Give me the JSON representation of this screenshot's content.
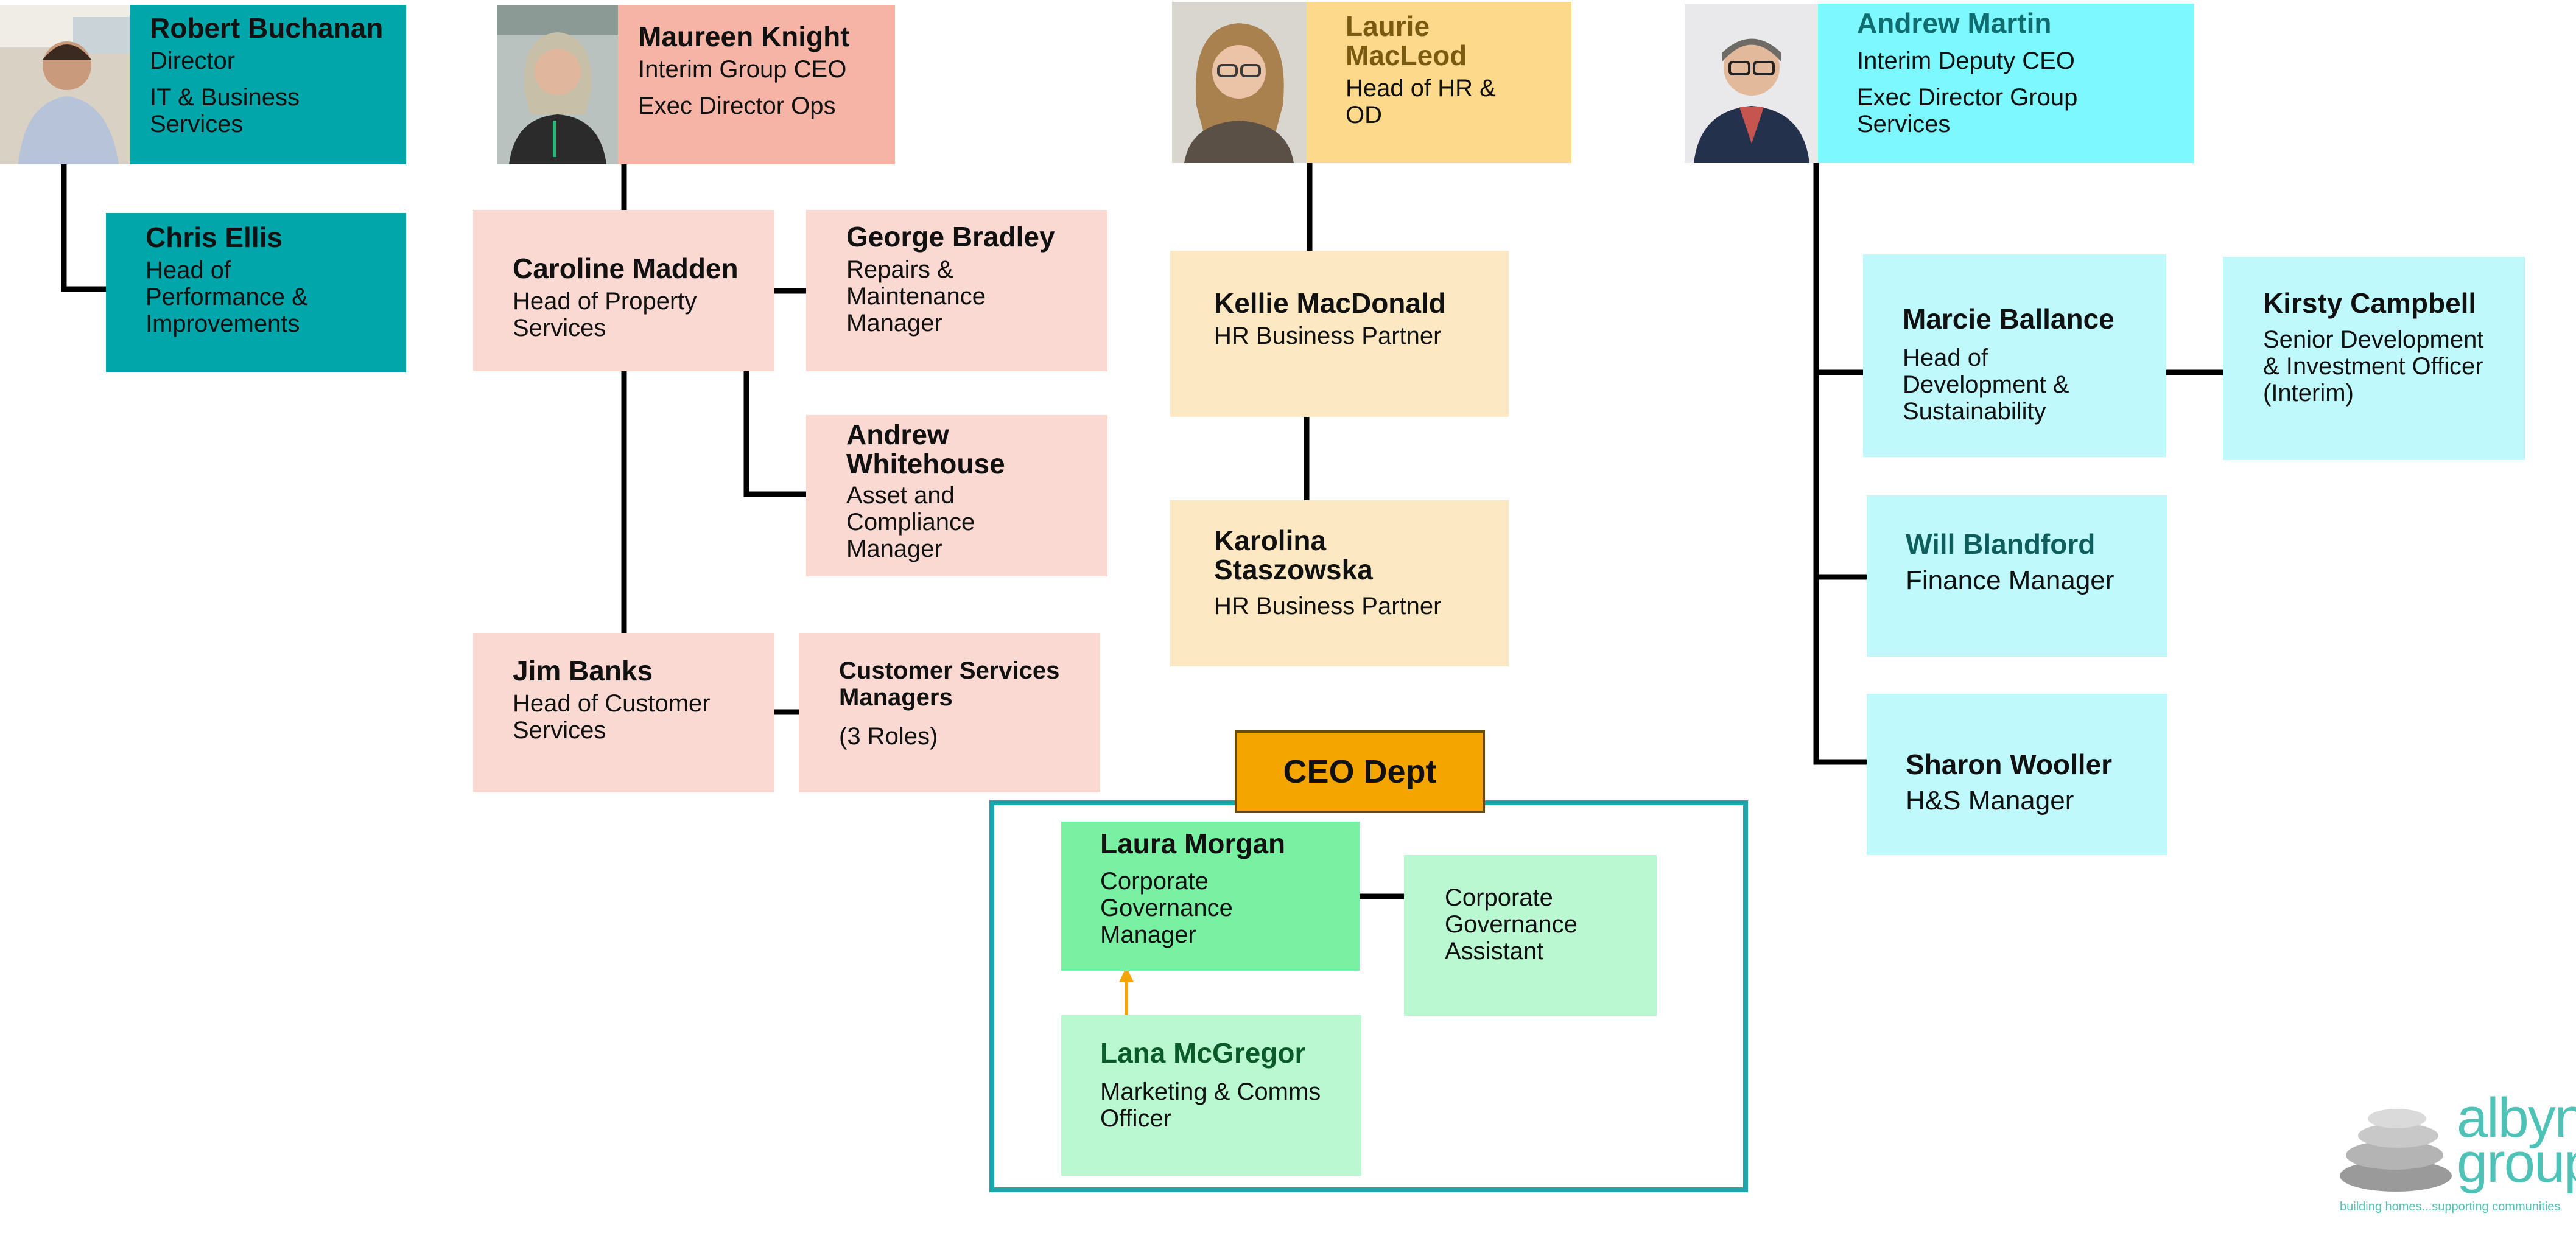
{
  "people": {
    "robert": {
      "name": "Robert Buchanan",
      "lines": [
        "Director",
        "IT & Business",
        "Services"
      ]
    },
    "chris": {
      "name": "Chris Ellis",
      "lines": [
        "Head of",
        "Performance &",
        "Improvements"
      ]
    },
    "maureen": {
      "name": "Maureen Knight",
      "lines": [
        "Interim Group CEO",
        "Exec Director Ops"
      ]
    },
    "caroline": {
      "name": "Caroline Madden",
      "lines": [
        "Head of Property",
        "Services"
      ]
    },
    "george": {
      "name": "George Bradley",
      "lines": [
        "Repairs &",
        "Maintenance",
        "Manager"
      ]
    },
    "andrew_w": {
      "name_lines": [
        "Andrew",
        "Whitehouse"
      ],
      "lines": [
        "Asset and",
        "Compliance",
        "Manager"
      ]
    },
    "jim": {
      "name": "Jim Banks",
      "lines": [
        "Head of Customer",
        "Services"
      ]
    },
    "csm": {
      "name_lines": [
        "Customer Services",
        "Managers"
      ],
      "lines": [
        "(3 Roles)"
      ]
    },
    "laurie": {
      "name_lines": [
        "Laurie",
        "MacLeod"
      ],
      "lines": [
        "Head of HR &",
        "OD"
      ]
    },
    "kellie": {
      "name": "Kellie MacDonald",
      "lines": [
        "HR Business Partner"
      ]
    },
    "karolina": {
      "name_lines": [
        "Karolina",
        "Staszowska"
      ],
      "lines": [
        "HR Business Partner"
      ]
    },
    "andrew_m": {
      "name": "Andrew Martin",
      "lines": [
        "Interim Deputy CEO",
        "Exec Director Group",
        "Services"
      ]
    },
    "marcie": {
      "name": "Marcie Ballance",
      "lines": [
        "Head of",
        "Development &",
        "Sustainability"
      ]
    },
    "kirsty": {
      "name": "Kirsty Campbell",
      "lines": [
        "Senior Development",
        "& Investment Officer",
        "(Interim)"
      ]
    },
    "will": {
      "name": "Will Blandford",
      "lines": [
        "Finance Manager"
      ]
    },
    "sharon": {
      "name": "Sharon Wooller",
      "lines": [
        "H&S Manager"
      ]
    },
    "laura": {
      "name": "Laura Morgan",
      "lines": [
        "Corporate",
        "Governance",
        "Manager"
      ]
    },
    "cga": {
      "lines": [
        "Corporate",
        "Governance",
        "Assistant"
      ]
    },
    "lana": {
      "name": "Lana McGregor",
      "lines": [
        "Marketing & Comms",
        "Officer"
      ]
    }
  },
  "ceo_dept": {
    "label": "CEO Dept"
  },
  "logo": {
    "word": "albyn group",
    "tagline": "building homes...supporting communities"
  },
  "colors": {
    "teal": "#00a6aa",
    "salmon": "#f5b4a6",
    "pink": "#f9d9d2",
    "gold": "#fdd98b",
    "cream": "#fce9c3",
    "cyan": "#7cf8fe",
    "light_cyan": "#bff9fc",
    "green": "#7af0a3",
    "light_green": "#baf8d1",
    "ceo_dept_orange": "#f4a500",
    "frame_teal": "#1aa8ad"
  }
}
